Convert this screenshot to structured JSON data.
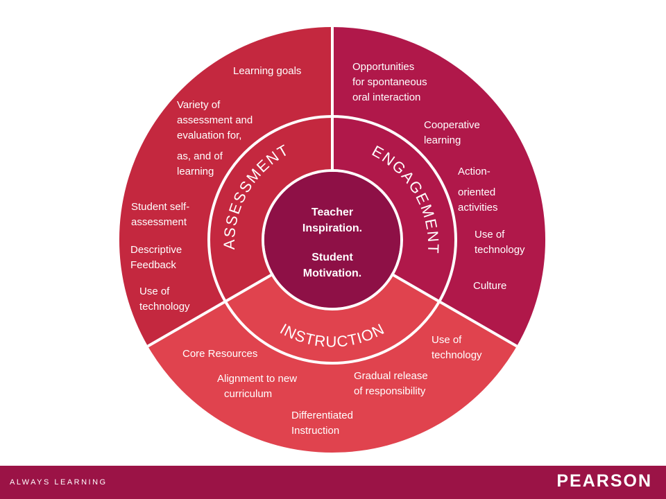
{
  "colors": {
    "assessment": "#c4283f",
    "engagement": "#b0184a",
    "instruction": "#e0434e",
    "center": "#8e1046",
    "footer": "#9b1346",
    "divider": "#ffffff"
  },
  "center": {
    "line1": "Teacher",
    "line2": "Inspiration.",
    "line3": "Student",
    "line4": "Motivation."
  },
  "rings": {
    "assessment": "ASSESSMENT",
    "engagement": "ENGAGEMENT",
    "instruction": "INSTRUCTION"
  },
  "assessment_items": {
    "learning_goals": "Learning goals",
    "variety1": "Variety of",
    "variety2": "assessment and",
    "variety3": "evaluation for,",
    "variety4": "as, and of",
    "variety5": "learning",
    "self1": "Student self-",
    "self2": "assessment",
    "desc1": "Descriptive",
    "desc2": "Feedback",
    "tech1": "Use of",
    "tech2": "technology"
  },
  "engagement_items": {
    "opp1": "Opportunities",
    "opp2": "for spontaneous",
    "opp3": "oral interaction",
    "coop1": "Cooperative",
    "coop2": "learning",
    "action1": "Action-",
    "action2": "oriented",
    "action3": "activities",
    "tech1": "Use of",
    "tech2": "technology",
    "culture": "Culture"
  },
  "instruction_items": {
    "tech1": "Use of",
    "tech2": "technology",
    "core": "Core Resources",
    "align1": "Alignment to new",
    "align2": "curriculum",
    "grad1": "Gradual release",
    "grad2": "of responsibility",
    "diff1": "Differentiated",
    "diff2": "Instruction"
  },
  "footer": {
    "tagline": "ALWAYS LEARNING",
    "logo": "PEARSON"
  }
}
